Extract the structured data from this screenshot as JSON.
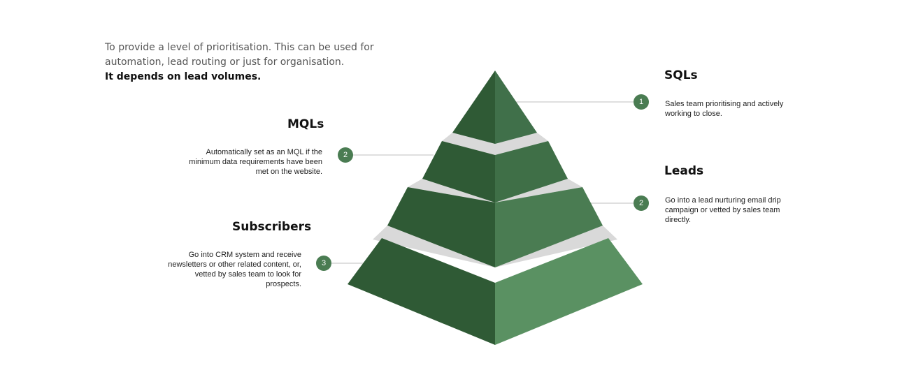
{
  "intro": {
    "line1": "To provide a level of prioritisation. This can be used for",
    "line2": "automation, lead routing or just for organisation.",
    "line3": "It depends on lead volumes."
  },
  "levels": {
    "sqls": {
      "title": "SQLs",
      "badge": "1",
      "desc1": "Sales team prioritising and actively",
      "desc2": "working to close."
    },
    "mqls": {
      "title": "MQLs",
      "badge": "2",
      "desc1": "Automatically set as an MQL if the",
      "desc2": "minimum data requirements have been",
      "desc3": "met on the website."
    },
    "leads": {
      "title": "Leads",
      "badge": "2",
      "desc1": "Go into a lead nurturing email drip",
      "desc2": "campaign or vetted by sales team",
      "desc3": "directly."
    },
    "subscribers": {
      "title": "Subscribers",
      "badge": "3",
      "desc1": "Go into CRM system and receive",
      "desc2": "newsletters or other related content, or,",
      "desc3": "vetted by sales team to look for",
      "desc4": "prospects."
    }
  },
  "colors": {
    "dark_face": "#2f5a35",
    "tier1_right": "#40704a",
    "tier2_right": "#3f6f47",
    "tier3_right": "#4a7c52",
    "tier4_right": "#5a9162",
    "gap": "#d9d9d9",
    "connector": "#cccccc",
    "badge": "#4a7c52"
  }
}
